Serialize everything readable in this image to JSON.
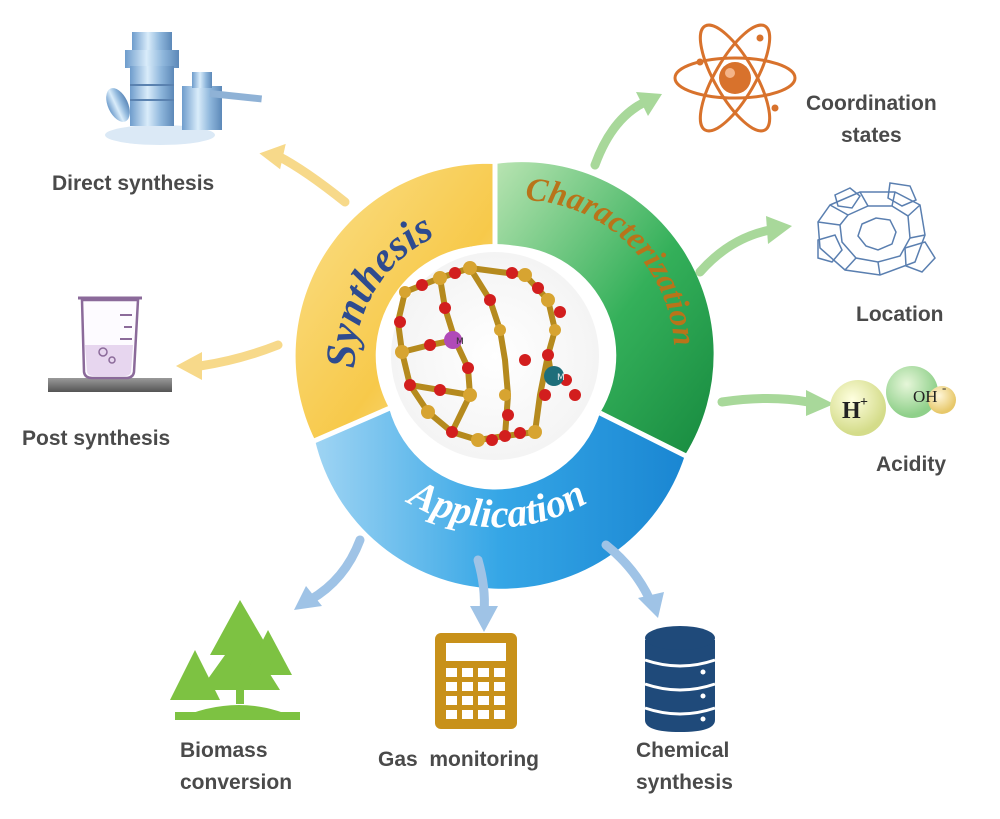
{
  "hub": {
    "synthesis": "Synthesis",
    "characterization": "Characterization",
    "application": "Application",
    "metal_label": "M",
    "metal_label_2": "M"
  },
  "branches": {
    "direct_synthesis": "Direct synthesis",
    "post_synthesis": "Post synthesis",
    "coordination_line1": "Coordination",
    "coordination_line2": "states",
    "location": "Location",
    "acidity": "Acidity",
    "h_plus": "H",
    "h_plus_sup": "+",
    "oh_minus": "OH",
    "oh_minus_sup": "-",
    "biomass_line1": "Biomass",
    "biomass_line2": "conversion",
    "gas_monitoring": "Gas  monitoring",
    "chemical_line1": "Chemical",
    "chemical_line2": "synthesis"
  },
  "colors": {
    "synthesis": "#f6cb52",
    "characterization": "#2fa84f",
    "application": "#2a9fe0",
    "hub_text": "#2e4b8f",
    "char_text": "#b8741a",
    "arrow_yellow": "#f7d98a",
    "arrow_green": "#a8d89a",
    "arrow_blue": "#9fc3e6",
    "tree_green": "#7dc242",
    "calc_gold": "#c8911a",
    "db_navy": "#1f4a7a",
    "atom_orange": "#d8722c"
  }
}
